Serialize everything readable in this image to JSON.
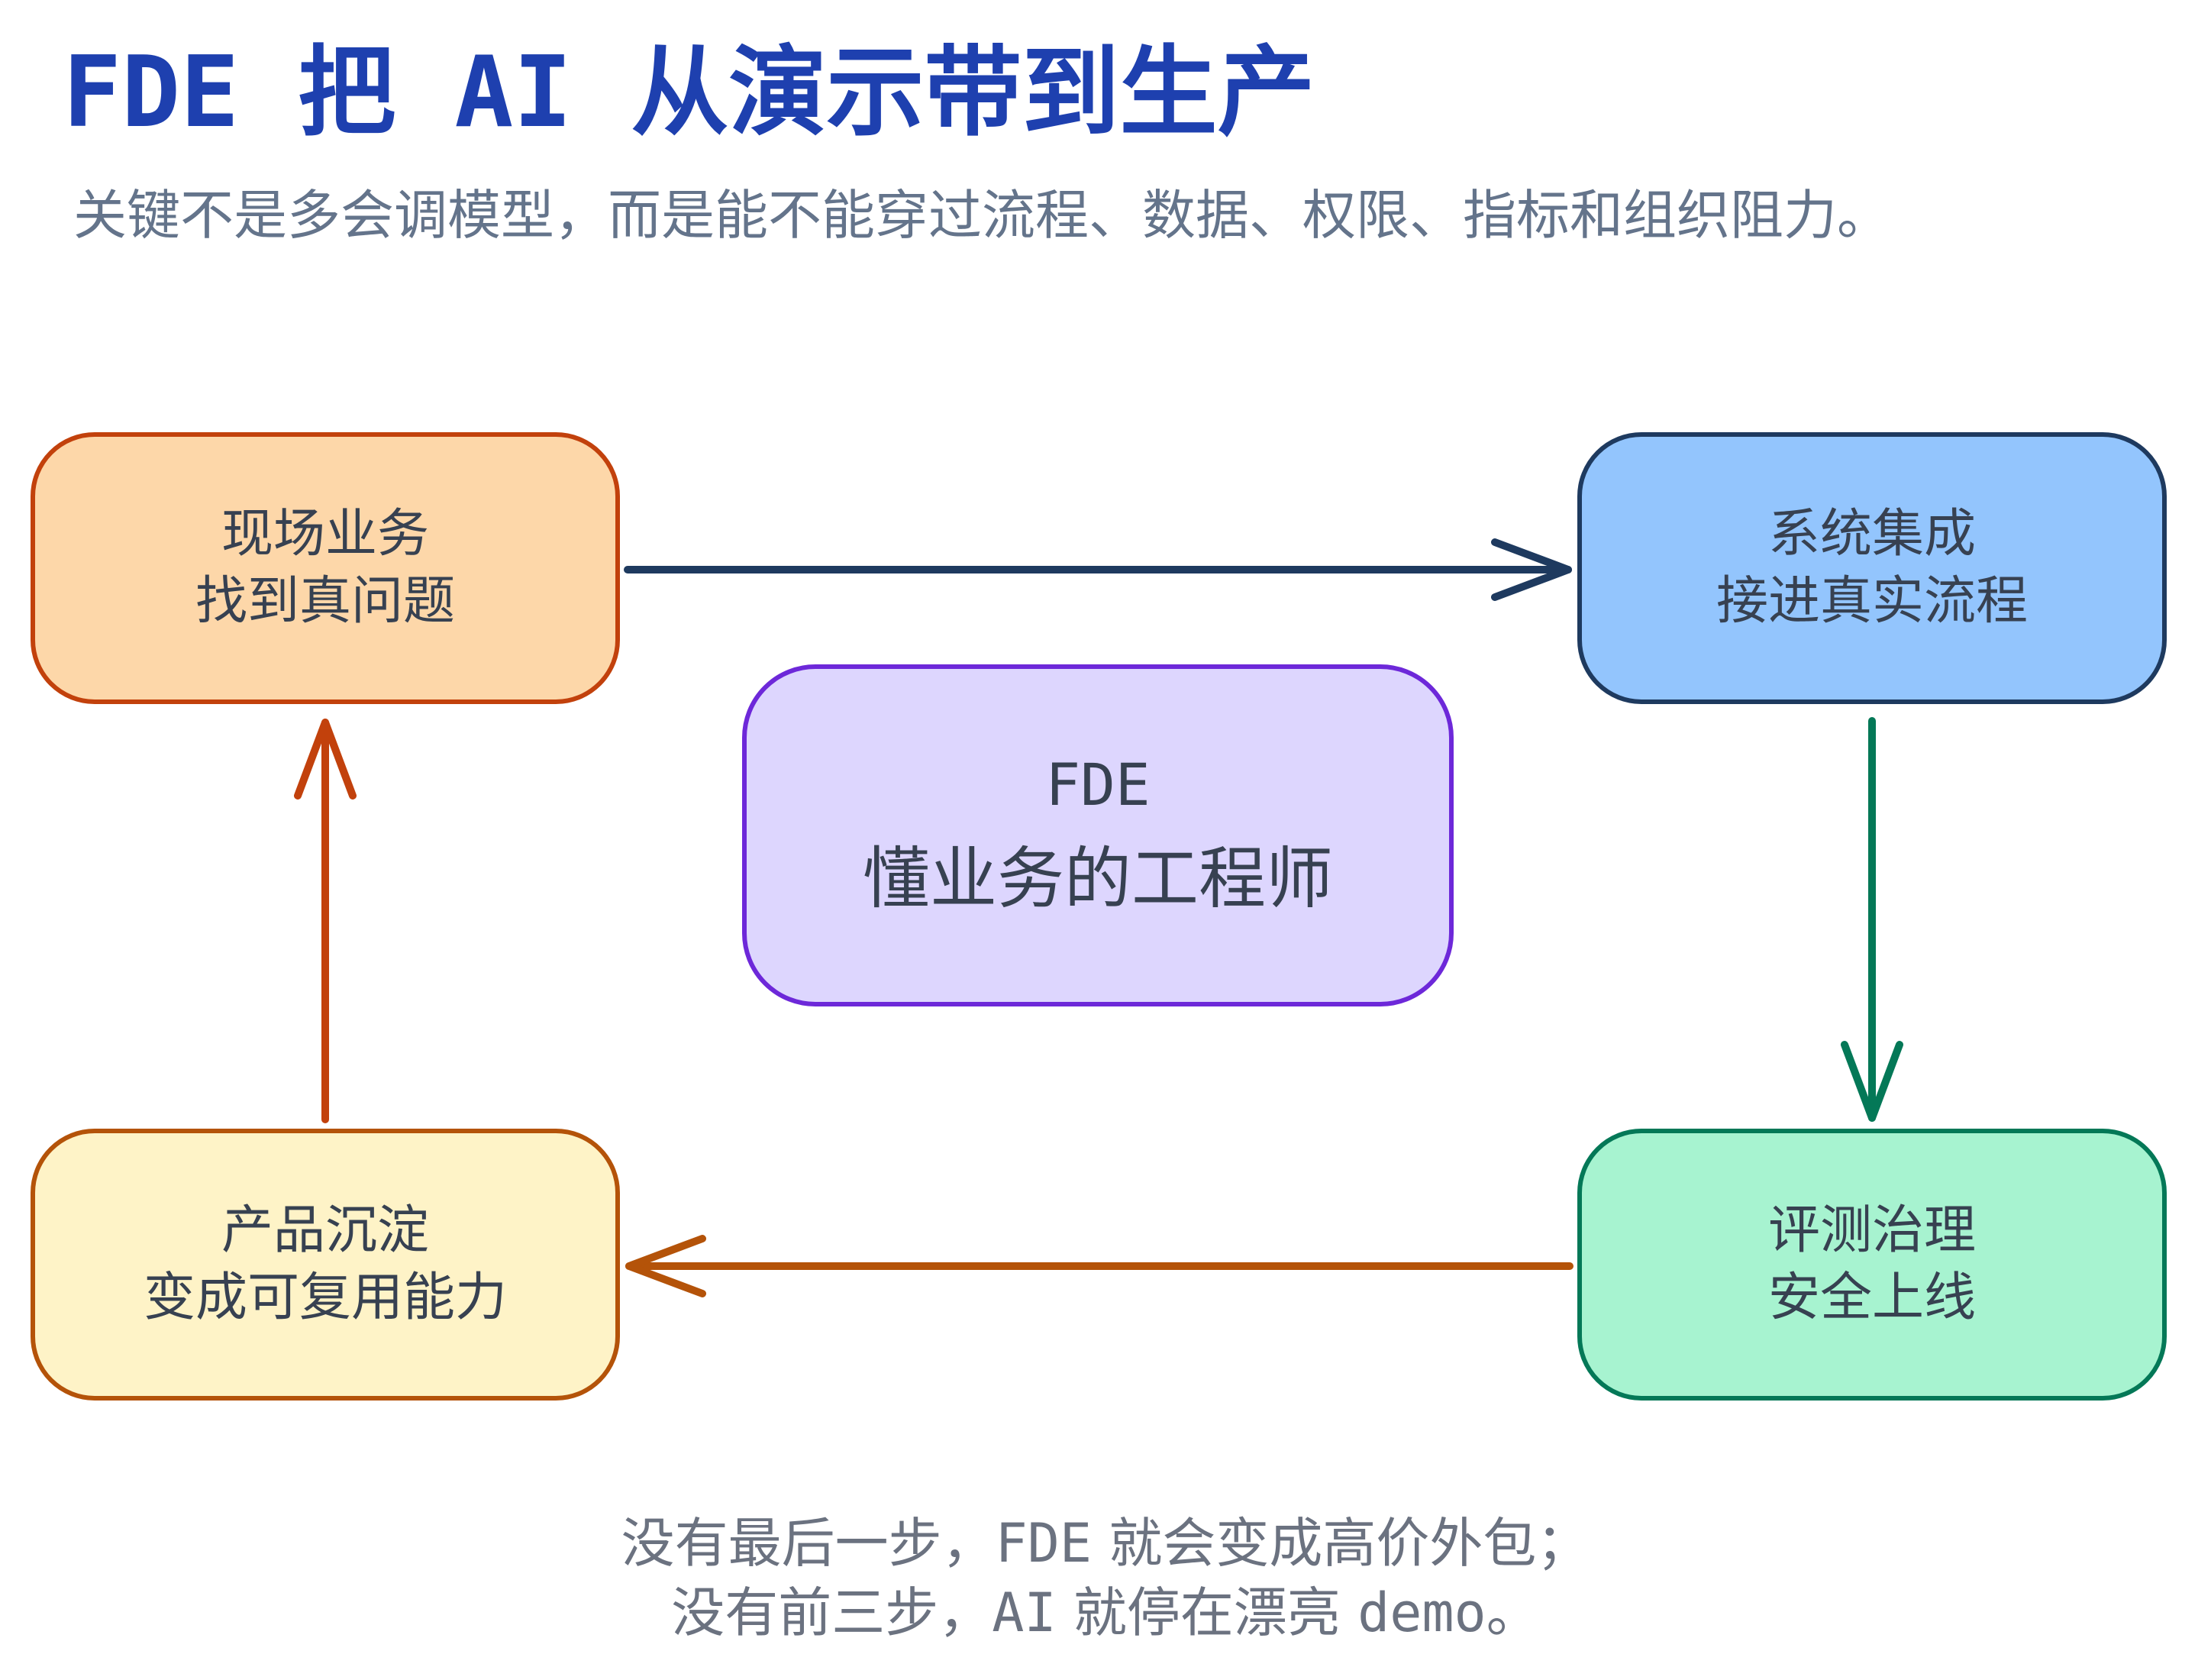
{
  "title": "FDE 把 AI 从演示带到生产",
  "subtitle": "关键不是多会调模型，而是能不能穿过流程、数据、权限、指标和组织阻力。",
  "nodes": {
    "top_left": {
      "line1": "现场业务",
      "line2": "找到真问题"
    },
    "top_right": {
      "line1": "系统集成",
      "line2": "接进真实流程"
    },
    "bottom_right": {
      "line1": "评测治理",
      "line2": "安全上线"
    },
    "bottom_left": {
      "line1": "产品沉淀",
      "line2": "变成可复用能力"
    },
    "center": {
      "line1": "FDE",
      "line2": "懂业务的工程师"
    }
  },
  "footer": {
    "line1_a": "没有最后一步，",
    "line1_b": "FDE",
    "line1_c": " 就会变成高价外包；",
    "line2_a": "没有前三步，",
    "line2_b": "AI",
    "line2_c": " 就停在漂亮 ",
    "line2_d": "demo",
    "line2_e": "。"
  },
  "colors": {
    "title": "#1e40af",
    "arrow_top": "#1e3a5f",
    "arrow_right": "#047857",
    "arrow_bottom": "#b45309",
    "arrow_left": "#c2410c"
  }
}
